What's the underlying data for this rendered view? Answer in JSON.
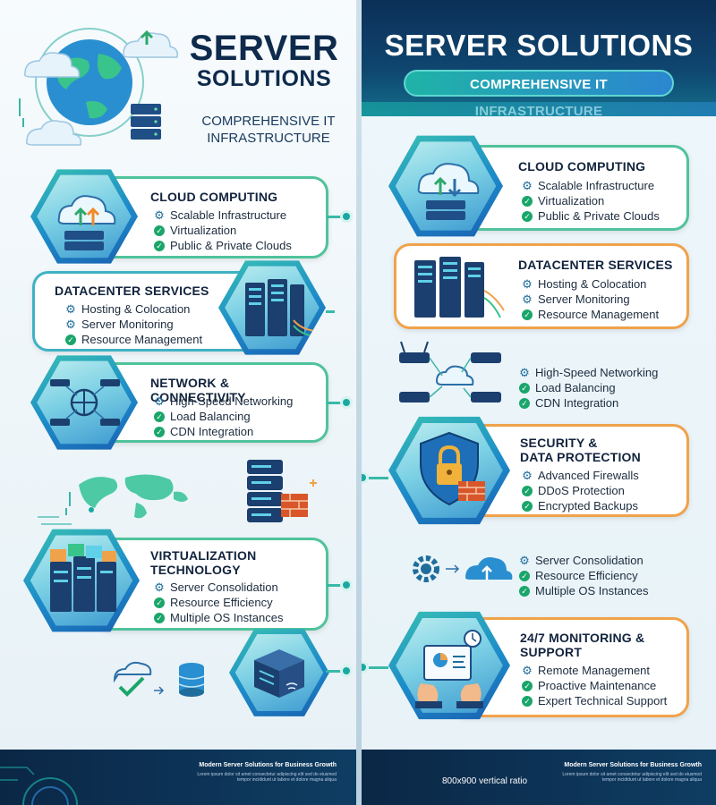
{
  "left": {
    "title_line1": "SERVER",
    "title_line2": "SOLUTIONS",
    "subtitle": "COMPREHENSIVE IT INFRASTRUCTURE",
    "cards": [
      {
        "title": "CLOUD COMPUTING",
        "features": [
          "Scalable Infrastructure",
          "Virtualization",
          "Public & Private Clouds"
        ]
      },
      {
        "title": "DATACENTER SERVICES",
        "features": [
          "Hosting & Colocation",
          "Server Monitoring",
          "Resource Management"
        ]
      },
      {
        "title": "NETWORK & CONNECTIVITY",
        "features": [
          "High-Speed Networking",
          "Load Balancing",
          "CDN Integration"
        ]
      },
      {
        "title_line1": "VIRTUALIZATION",
        "title_line2": "TECHNOLOGY",
        "features": [
          "Server Consolidation",
          "Resource Efficiency",
          "Multiple OS Instances"
        ]
      }
    ],
    "footer_title": "Modern Server Solutions for Business Growth",
    "footer_lorem": "Lorem ipsum dolor sit amet consectetur adipiscing elit sed do eiusmod tempor incididunt ut labore et dolore magna aliqua"
  },
  "right": {
    "title": "SERVER SOLUTIONS",
    "subtitle": "COMPREHENSIVE IT INFRASTRUCTURE",
    "cards": [
      {
        "title": "CLOUD COMPUTING",
        "features": [
          "Scalable Infrastructure",
          "Virtualization",
          "Public & Private Clouds"
        ]
      },
      {
        "title": "DATACENTER SERVICES",
        "features": [
          "Hosting & Colocation",
          "Server Monitoring",
          "Resource Management"
        ]
      },
      {
        "title": "",
        "features": [
          "High-Speed Networking",
          "Load Balancing",
          "CDN Integration"
        ]
      },
      {
        "title_line1": "SECURITY &",
        "title_line2": "DATA PROTECTION",
        "features": [
          "Advanced Firewalls",
          "DDoS Protection",
          "Encrypted Backups"
        ]
      },
      {
        "title": "",
        "features": [
          "Server Consolidation",
          "Resource Efficiency",
          "Multiple OS Instances"
        ]
      },
      {
        "title_line1": "24/7 MONITORING &",
        "title_line2": "SUPPORT",
        "features": [
          "Remote Management",
          "Proactive Maintenance",
          "Expert Technical Support"
        ]
      }
    ],
    "footer_title": "Modern Server Solutions for Business Growth",
    "footer_lorem": "Lorem ipsum dolor sit amet consectetur adipiscing elit sed do eiusmod tempor incididunt ut labore et dolore magna aliqua",
    "footer_ratio": "800x900 vertical ratio"
  },
  "colors": {
    "navy": "#0e2a4c",
    "teal": "#1aa9a1",
    "green": "#4fc39b",
    "orange": "#f0a24b",
    "blue": "#1c8ac9"
  },
  "icons": [
    "globe-icon",
    "cloud-upload-icon",
    "server-rack-icon",
    "network-router-icon",
    "world-map-icon",
    "firewall-icon",
    "shield-lock-icon",
    "gear-icon",
    "check-icon",
    "monitor-support-icon",
    "database-icon"
  ]
}
